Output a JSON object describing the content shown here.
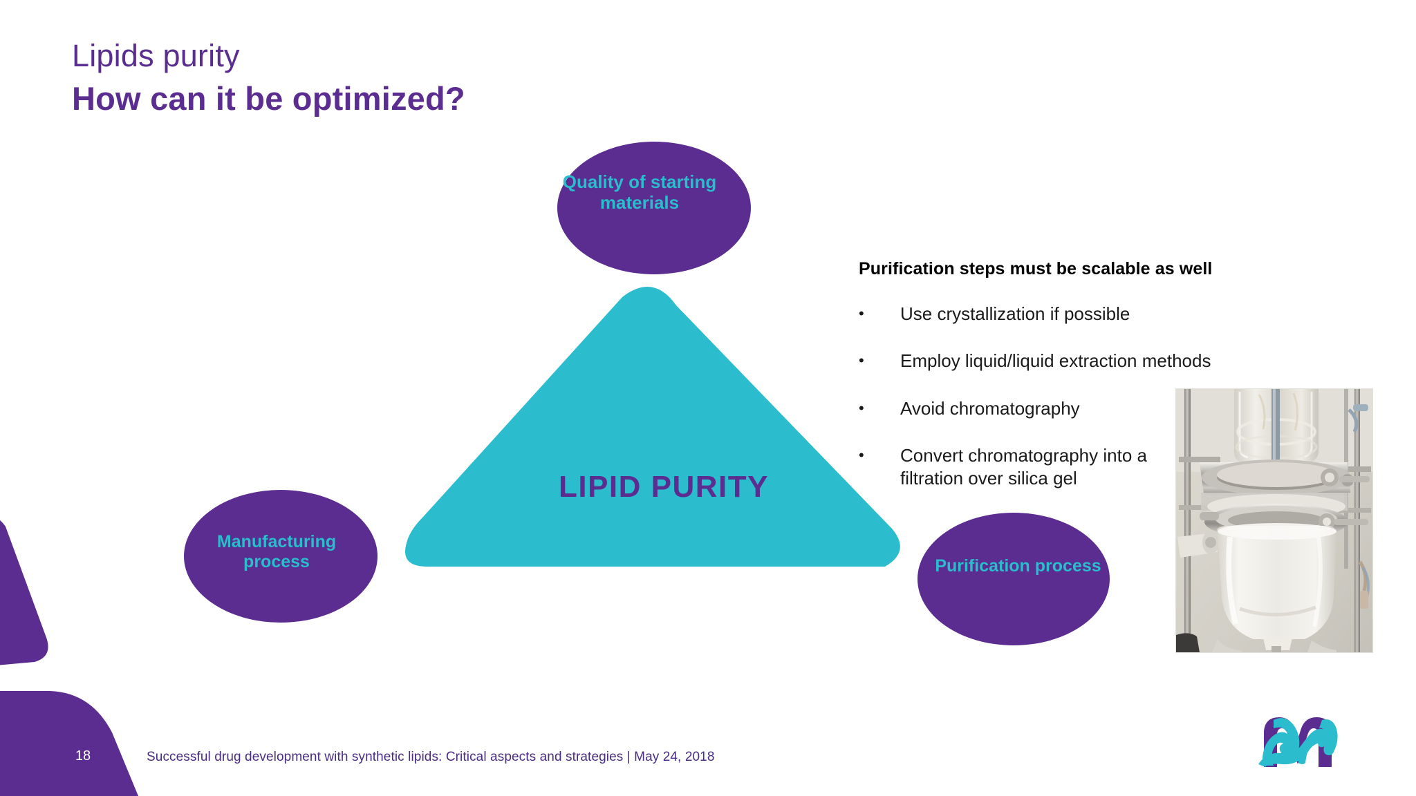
{
  "slide": {
    "title": "Lipids purity",
    "subtitle": "How can it be optimized?",
    "page_number": "18",
    "footer": "Successful drug development with synthetic lipids: Critical aspects and strategies | May 24, 2018"
  },
  "colors": {
    "purple": "#5B2D90",
    "teal": "#2BBCCE",
    "footer_purple": "#4b2c83",
    "bullet_text": "#1a1a1a"
  },
  "diagram": {
    "center_label": "LIPID PURITY",
    "nodes": [
      {
        "id": "quality",
        "label": "Quality of starting materials",
        "position": "top"
      },
      {
        "id": "manufacturing",
        "label": "Manufacturing process",
        "position": "bottom-left"
      },
      {
        "id": "purification",
        "label": "Purification process",
        "position": "bottom-right"
      }
    ]
  },
  "right_column": {
    "heading": "Purification steps must be scalable as well",
    "bullet_marker": "•",
    "bullets": [
      "Use crystallization if possible",
      "Employ liquid/liquid extraction methods",
      "Avoid chromatography",
      "Convert chromatography into a filtration over silica gel"
    ]
  },
  "photo": {
    "caption": "lab reactor vessel photograph"
  },
  "logo": {
    "name": "merck-logo"
  }
}
